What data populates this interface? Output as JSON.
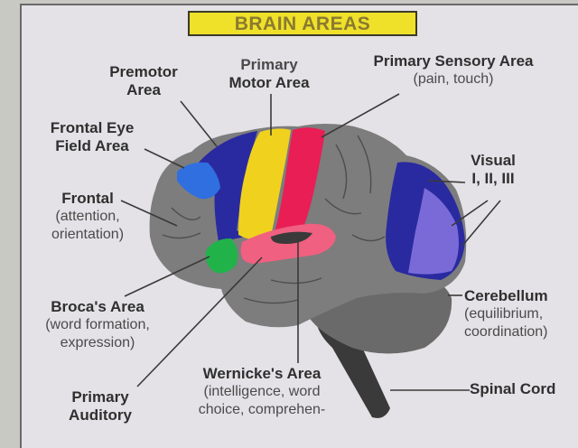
{
  "title": "BRAIN AREAS",
  "labels": {
    "premotor": {
      "line1": "Premotor",
      "line2": "Area"
    },
    "primary_motor": {
      "line1": "Primary",
      "line2": "Motor Area"
    },
    "primary_sensory": {
      "line1": "Primary Sensory Area",
      "desc": "(pain, touch)"
    },
    "frontal_eye": {
      "line1": "Frontal Eye",
      "line2": "Field Area"
    },
    "frontal": {
      "name": "Frontal",
      "desc1": "(attention,",
      "desc2": "orientation)"
    },
    "visual": {
      "line1": "Visual",
      "line2": "I, II, III"
    },
    "brocas": {
      "name": "Broca's Area",
      "desc1": "(word formation,",
      "desc2": "expression)"
    },
    "cerebellum": {
      "name": "Cerebellum",
      "desc1": "(equilibrium,",
      "desc2": "coordination)"
    },
    "primary_auditory": {
      "line1": "Primary",
      "line2": "Auditory"
    },
    "wernickes": {
      "name": "Wernicke's Area",
      "desc1": "(intelligence, word",
      "desc2": "choice, comprehen-"
    },
    "spinal_cord": {
      "name": "Spinal Cord"
    }
  },
  "colors": {
    "cortex": "#7d7d7d",
    "premotor": "#2a2aa0",
    "frontal_eye": "#2f6fe0",
    "primary_motor": "#f0d21e",
    "primary_sensory": "#e81e55",
    "visual_outer": "#2a2aa0",
    "visual_inner": "#7a6ad8",
    "brocas": "#22b24a",
    "auditory": "#f06080",
    "cerebellum": "#6a6a6a",
    "spinal_cord": "#3a3a3a"
  }
}
